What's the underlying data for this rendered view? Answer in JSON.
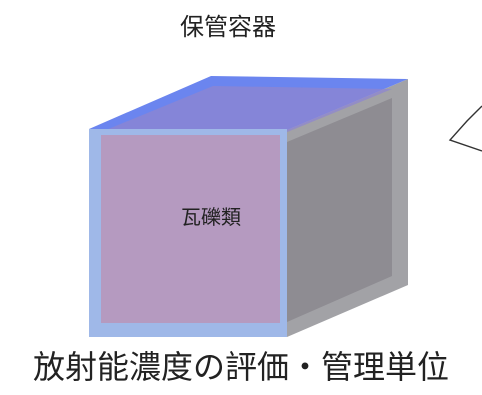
{
  "diagram": {
    "container_label": "保管容器",
    "content_label": "瓦礫類",
    "caption": "放射能濃度の評価・管理単位"
  },
  "colors": {
    "container_top": "#6b85ef",
    "container_front_frame": "#9fb8e8",
    "container_side": "#a2a2a6",
    "content_front": "#b59ac0",
    "content_top": "#8d86d0",
    "content_side": "#8a878f"
  }
}
